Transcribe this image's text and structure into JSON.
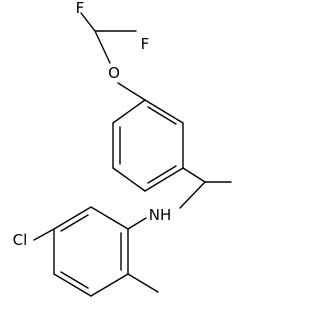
{
  "molecule": {
    "atoms": {
      "F1": "F",
      "F2": "F",
      "O": "O",
      "Cl": "Cl",
      "NH": "NH"
    },
    "colors": {
      "bond": "#000000",
      "label": "#000000",
      "background": "#ffffff"
    }
  }
}
